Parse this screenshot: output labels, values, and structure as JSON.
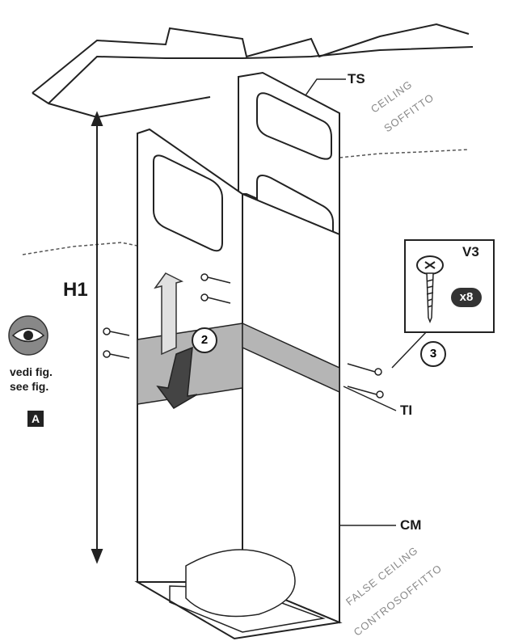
{
  "labels": {
    "ts": "TS",
    "ti": "TI",
    "cm": "CM",
    "h1": "H1",
    "v3": "V3",
    "qty": "x8",
    "step2": "2",
    "step3": "3",
    "ceiling_en": "CEILING",
    "ceiling_it": "SOFFITTO",
    "false_ceiling_en": "FALSE CEILING",
    "false_ceiling_it": "CONTROSOFFITTO",
    "see_fig_it": "vedi fig.",
    "see_fig_en": "see fig.",
    "fig_ref": "A"
  },
  "icons": [
    "eye-icon",
    "screw-icon",
    "up-down-arrow-icon"
  ],
  "colors": {
    "line": "#222222",
    "panel_shade": "#b5b5b5",
    "label_grey": "#8a8a8a"
  }
}
